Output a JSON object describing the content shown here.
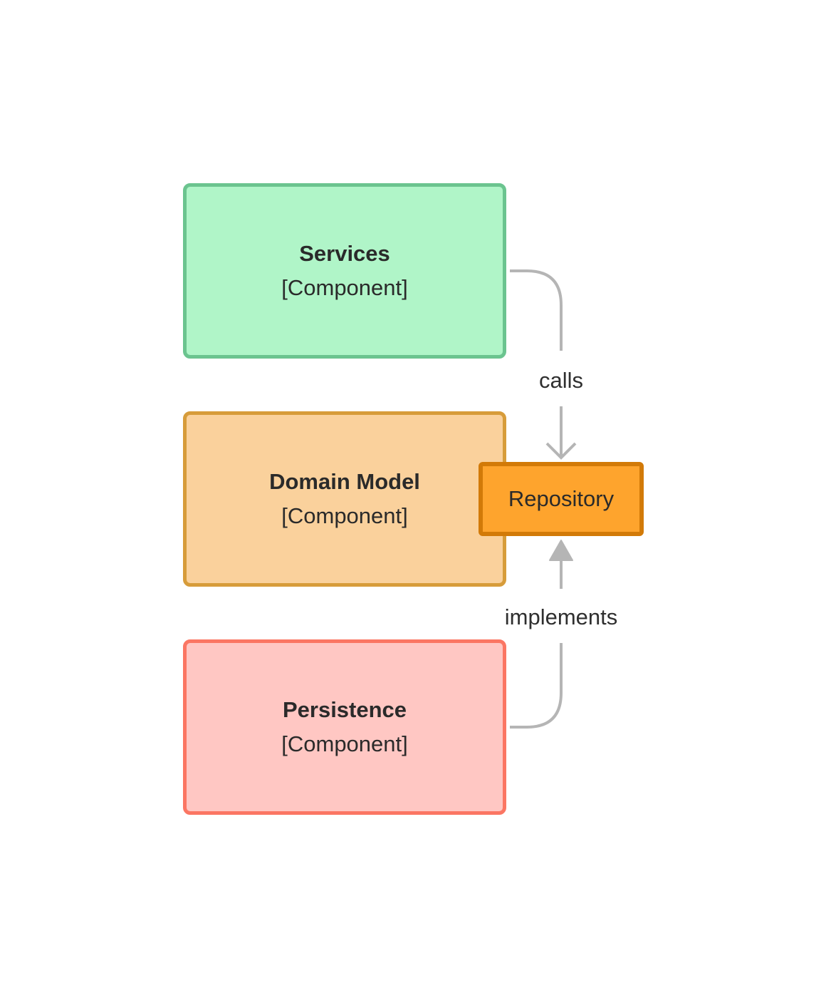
{
  "nodes": {
    "services": {
      "title": "Services",
      "subtitle": "[Component]",
      "fill": "#b0f5c8",
      "stroke": "#6bc48f"
    },
    "domain_model": {
      "title": "Domain Model",
      "subtitle": "[Component]",
      "fill": "#fad19c",
      "stroke": "#d79c3a"
    },
    "persistence": {
      "title": "Persistence",
      "subtitle": "[Component]",
      "fill": "#ffc7c3",
      "stroke": "#fb7663"
    },
    "repository": {
      "label": "Repository",
      "fill": "#fea42d",
      "stroke": "#d27a08"
    }
  },
  "edges": {
    "calls": {
      "label": "calls",
      "from": "Services",
      "to": "Repository",
      "color": "#b5b5b5",
      "arrowhead": "open"
    },
    "implements": {
      "label": "implements",
      "from": "Persistence",
      "to": "Repository",
      "color": "#b5b5b5",
      "arrowhead": "filled"
    }
  }
}
